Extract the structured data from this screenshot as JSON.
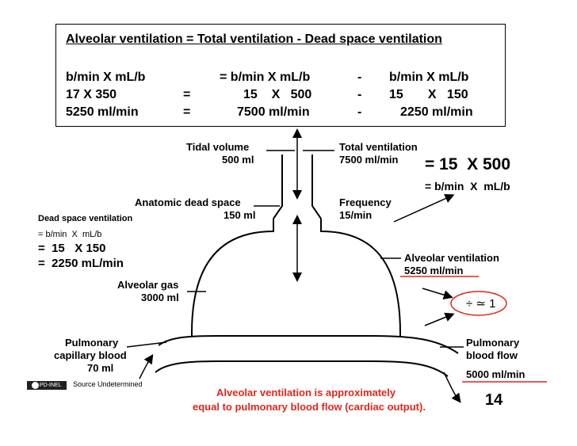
{
  "equation_box": {
    "header": "Alveolar ventilation = Total ventilation - Dead space ventilation",
    "row1": {
      "a": "b/min  X  mL/b",
      "b": "= b/min  X  mL/b",
      "c": "-",
      "d": "b/min  X  mL/b"
    },
    "row2": {
      "a": "17  X  350",
      "eq": "=",
      "b": "15    X   500",
      "c": "-",
      "d": "15       X   150"
    },
    "row3": {
      "a": "5250 ml/min",
      "eq": "=",
      "b": "7500 ml/min",
      "c": "-",
      "d": "2250 ml/min"
    }
  },
  "diagram_labels": {
    "tidal_volume": "Tidal volume",
    "tidal_volume_value": "500 ml",
    "total_ventilation": "Total ventilation",
    "total_ventilation_value": "7500 ml/min",
    "anatomic_dead_space": "Anatomic dead space",
    "anatomic_dead_space_value": "150 ml",
    "frequency": "Frequency",
    "frequency_value": "15/min",
    "alveolar_ventilation": "Alveolar ventilation",
    "alveolar_ventilation_value": "5250 ml/min",
    "alveolar_gas": "Alveolar gas",
    "alveolar_gas_value": "3000 ml",
    "pulmonary_capillary_blood_1": "Pulmonary",
    "pulmonary_capillary_blood_2": "capillary blood",
    "pulmonary_capillary_blood_value": "70 ml",
    "pulmonary_blood_flow_1": "Pulmonary",
    "pulmonary_blood_flow_2": "blood flow",
    "pulmonary_blood_flow_value": "5000 ml/min"
  },
  "annotations": {
    "total_calc": "= 15  X 500",
    "total_units": "= b/min  X  mL/b",
    "dead_space_title": "Dead space ventilation",
    "dead_space_units": "= b/min  X  mL/b",
    "dead_space_calc": "=  15   X 150",
    "dead_space_result": "=  2250 mL/min",
    "approx": "÷ ≃ 1"
  },
  "footer": {
    "license_badge": "PD-INEL",
    "source": "Source Undetermined",
    "note_line1": "Alveolar ventilation is approximately",
    "note_line2": "equal to pulmonary blood flow (cardiac output).",
    "page_number": "14"
  },
  "colors": {
    "accent_red": "#e0261b",
    "text": "#000000"
  }
}
